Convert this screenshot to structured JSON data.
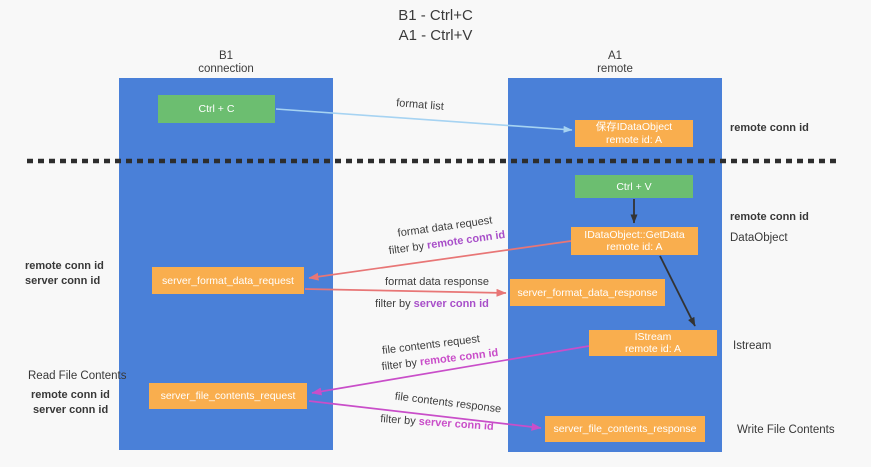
{
  "title": {
    "line1": "B1 - Ctrl+C",
    "line2": "A1 - Ctrl+V"
  },
  "lanes": {
    "left": {
      "name": "B1",
      "role": "connection"
    },
    "right": {
      "name": "A1",
      "role": "remote"
    }
  },
  "boxes": {
    "ctrl_c": {
      "label": "Ctrl + C"
    },
    "save_idataobject": {
      "line1": "保存IDataObject",
      "line2": "remote id: A"
    },
    "ctrl_v": {
      "label": "Ctrl + V"
    },
    "getdata": {
      "line1": "IDataObject::GetData",
      "line2": "remote id: A"
    },
    "format_request": {
      "label": "server_format_data_request"
    },
    "format_response": {
      "label": "server_format_data_response"
    },
    "istream": {
      "line1": "IStream",
      "line2": "remote id: A"
    },
    "file_request": {
      "label": "server_file_contents_request"
    },
    "file_response": {
      "label": "server_file_contents_response"
    }
  },
  "flow_labels": {
    "format_list": "format list",
    "format_data_request": {
      "label": "format data request",
      "filter_prefix": "filter by ",
      "filter_key": "remote conn id"
    },
    "format_data_response": {
      "label": "format data response",
      "filter_prefix": "filter by ",
      "filter_key": "server conn id"
    },
    "file_contents_request": {
      "label": "file contents request",
      "filter_prefix": "filter by ",
      "filter_key": "remote conn id"
    },
    "file_contents_response": {
      "label": "file contents response",
      "filter_prefix": "filter by ",
      "filter_key": "server conn id"
    }
  },
  "side_labels": {
    "save_conn_id": "remote conn id",
    "paste_conn_id": "remote conn id",
    "dataobject": "DataObject",
    "istream": "Istream",
    "write_file_contents": "Write File Contents",
    "read_file_contents": "Read File Contents",
    "format_left_remote": "remote conn id",
    "format_left_server": "server conn id",
    "file_left_remote": "remote conn id",
    "file_left_server": "server conn id"
  },
  "colors": {
    "lane_blue": "#4a80d8",
    "box_orange": "#f9ae4e",
    "box_green": "#6cbe70",
    "purple_text": "#a84fc9",
    "green_text": "#53a75a",
    "magenta_text": "#c94ec9",
    "arrow_red": "#e87676",
    "arrow_blue": "#a6d3f2",
    "arrow_magenta": "#c94ec9",
    "arrow_black": "#333333",
    "background": "#f8f8f8"
  }
}
